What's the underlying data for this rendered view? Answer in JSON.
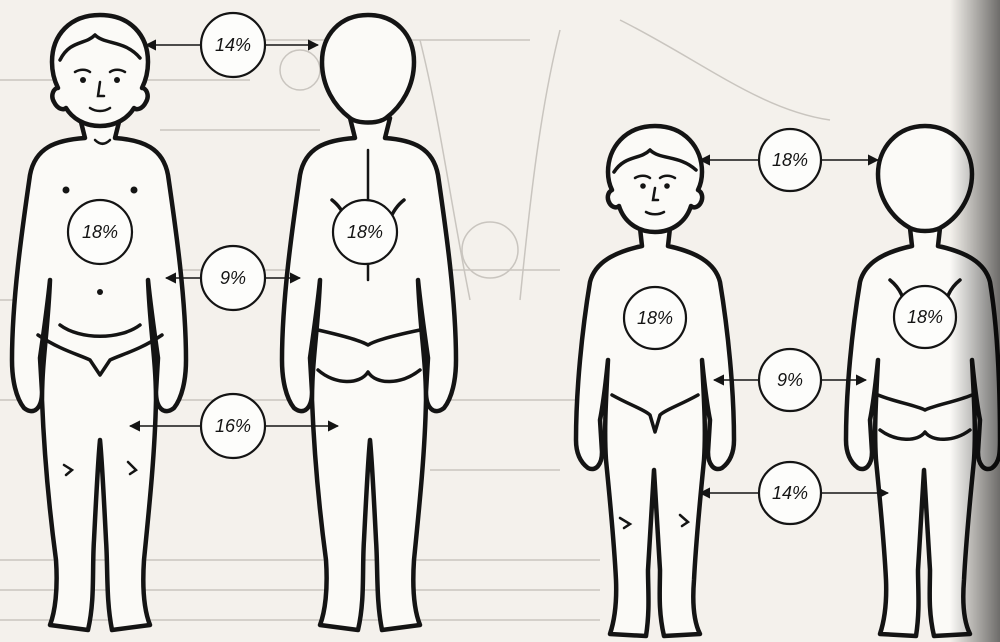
{
  "figure": {
    "left_group": {
      "head_percent": "14%",
      "trunk_front_percent": "18%",
      "trunk_back_percent": "18%",
      "arm_percent": "9%",
      "leg_percent": "16%"
    },
    "right_group": {
      "head_percent": "18%",
      "trunk_front_percent": "18%",
      "trunk_back_percent": "18%",
      "arm_percent": "9%",
      "leg_percent": "14%"
    }
  },
  "colors": {
    "paper": "#f4f1ec",
    "ink": "#141414",
    "ghost_print": "#c9c5bf"
  }
}
